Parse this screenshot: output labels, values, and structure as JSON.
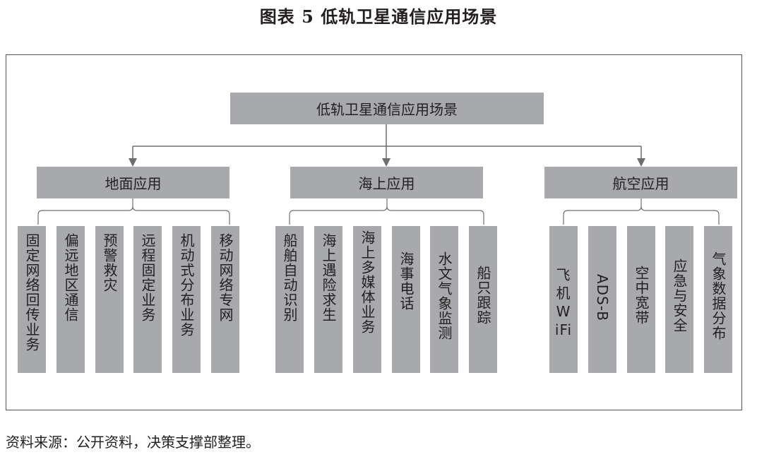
{
  "title": "图表 5  低轨卫星通信应用场景",
  "root": "低轨卫星通信应用场景",
  "groups": [
    {
      "label": "地面应用",
      "children": [
        "固定网络回传业务",
        "偏远地区通信",
        "预警救灾",
        "远程固定业务",
        "机动式分布业务",
        "移动网络专网"
      ]
    },
    {
      "label": "海上应用",
      "children": [
        "船舶自动识别",
        "海上遇险求生",
        "海上多媒体业务",
        "海事电话",
        "水文气象监测",
        "船只跟踪"
      ]
    },
    {
      "label": "航空应用",
      "children": [
        "飞机WiFi",
        "ADS-B",
        "空中宽带",
        "应急与安全",
        "气象数据分布"
      ]
    }
  ],
  "colors": {
    "box": "#a7a9ac",
    "line": "#6d6e71"
  },
  "source": "资料来源：公开资料，决策支撑部整理。"
}
